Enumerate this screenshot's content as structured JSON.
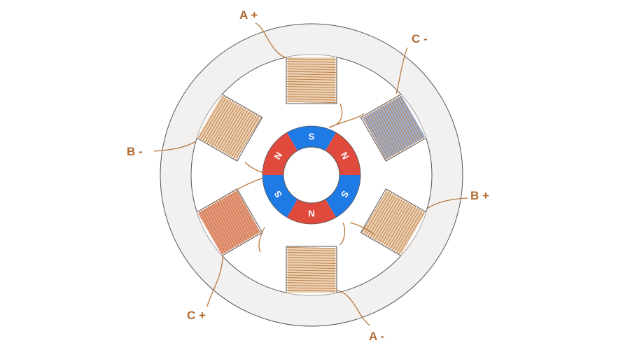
{
  "diagram": {
    "labels": {
      "a_plus": "A +",
      "a_minus": "A -",
      "b_plus": "B +",
      "b_minus": "B -",
      "c_plus": "C +",
      "c_minus": "C -"
    },
    "rotor_poles": [
      {
        "letter": "S",
        "color": "#1e7be6"
      },
      {
        "letter": "N",
        "color": "#e04a3c"
      },
      {
        "letter": "S",
        "color": "#1e7be6"
      },
      {
        "letter": "N",
        "color": "#e04a3c"
      },
      {
        "letter": "S",
        "color": "#1e7be6"
      },
      {
        "letter": "N",
        "color": "#e04a3c"
      }
    ],
    "colors": {
      "stator_fill": "#f2f1f0",
      "outline": "#555555",
      "wire": "#b8793e",
      "coil_fill": "#e9c8a6",
      "coil_energized_pos": "#e8866a",
      "coil_energized_neg": "#8fa3c8",
      "label_text": "#b06a32"
    }
  }
}
